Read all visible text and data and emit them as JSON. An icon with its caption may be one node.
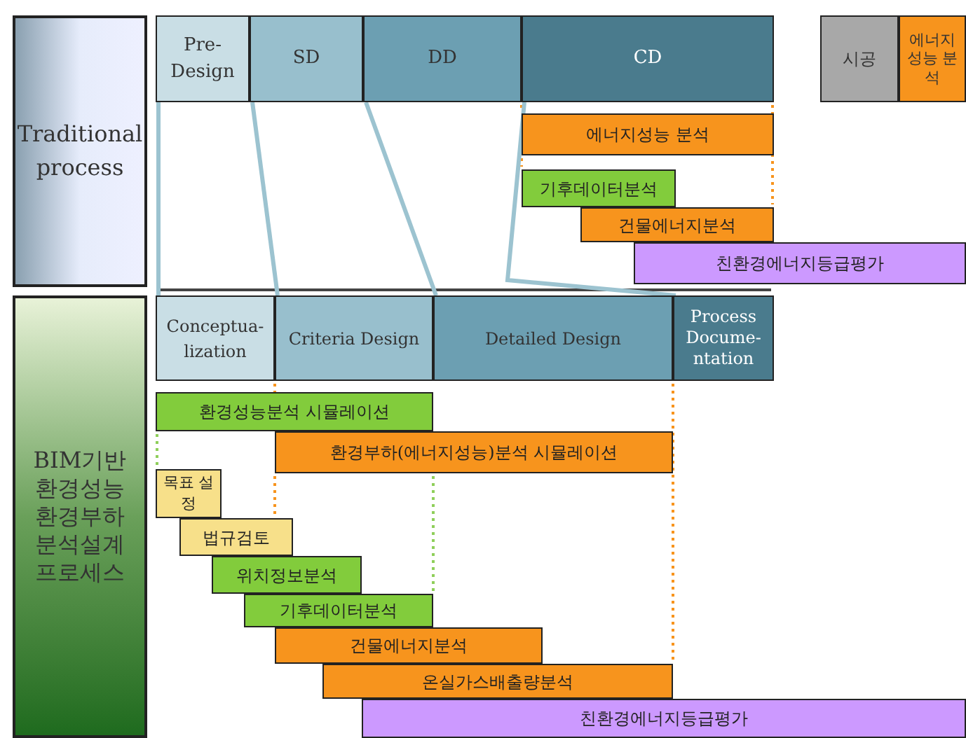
{
  "diagram": {
    "nodes": [
      {
        "text": [
          "Traditional process"
        ]
      },
      {
        "text": [
          "Pre-Design"
        ]
      },
      {
        "text": [
          "SD"
        ]
      },
      {
        "text": [
          "DD"
        ]
      },
      {
        "text": [
          "CD"
        ]
      },
      {
        "text": [
          "시공"
        ]
      },
      {
        "text": [
          "에너지 성능 분석"
        ]
      },
      {
        "text": [
          "에너지성능 분석"
        ]
      },
      {
        "text": [
          "기후데이터분석"
        ]
      },
      {
        "text": [
          "건물에너지분석"
        ]
      },
      {
        "text": [
          "친환경에너지등급평가"
        ]
      },
      {
        "text": [
          "BIM기반 환경성능 환경부하 분석설계 프로세스"
        ]
      },
      {
        "text": [
          "Conceptua- lization"
        ]
      },
      {
        "text": [
          "Criteria Design"
        ]
      },
      {
        "text": [
          "Detailed Design"
        ]
      },
      {
        "text": [
          "Process Docume- ntation"
        ]
      },
      {
        "text": [
          "환경성능분석 시뮬레이션"
        ]
      },
      {
        "text": [
          "환경부하(에너지성능)분석 시뮬레이션"
        ]
      },
      {
        "text": [
          "목표 설정"
        ]
      },
      {
        "text": [
          "법규검토"
        ]
      },
      {
        "text": [
          "위치정보분석"
        ]
      },
      {
        "text": [
          "기후데이터분석"
        ]
      },
      {
        "text": [
          "건물에너지분석"
        ]
      },
      {
        "text": [
          "온실가스배출량분석"
        ]
      },
      {
        "text": [
          "친환경에너지등급평가"
        ]
      }
    ],
    "edges": [
      {
        "from": 1,
        "to": 12,
        "arrow": "none"
      },
      {
        "from": 2,
        "to": 13,
        "arrow": "none"
      },
      {
        "from": 3,
        "to": 14,
        "arrow": "none"
      },
      {
        "from": 4,
        "to": 15,
        "arrow": "none"
      }
    ]
  }
}
